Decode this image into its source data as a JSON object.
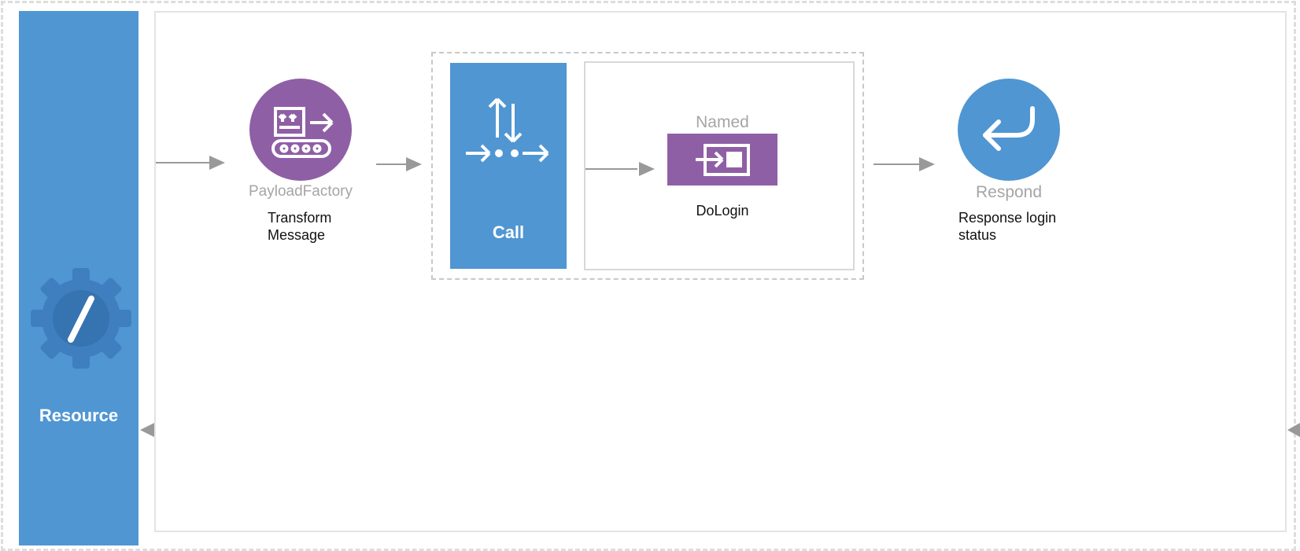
{
  "resource": {
    "label": "Resource",
    "icon": "gear-slash-icon",
    "color": "#5096d2"
  },
  "nodes": {
    "payload_factory": {
      "type_label": "PayloadFactory",
      "caption_line1": "Transform",
      "caption_line2": "Message",
      "icon": "conveyor-box-icon",
      "color": "#8f5fa6"
    },
    "call": {
      "label": "Call",
      "icon": "call-mediator-icon",
      "color": "#5096d2"
    },
    "named": {
      "type_label": "Named",
      "caption": "DoLogin",
      "icon": "named-endpoint-icon",
      "color": "#8f5fa6"
    },
    "respond": {
      "type_label": "Respond",
      "caption_line1": "Response login",
      "caption_line2": "status",
      "icon": "return-arrow-icon",
      "color": "#5096d2"
    }
  },
  "colors": {
    "arrow": "#999999",
    "border": "#e3e3e3",
    "dashed": "#c8c8c8"
  }
}
